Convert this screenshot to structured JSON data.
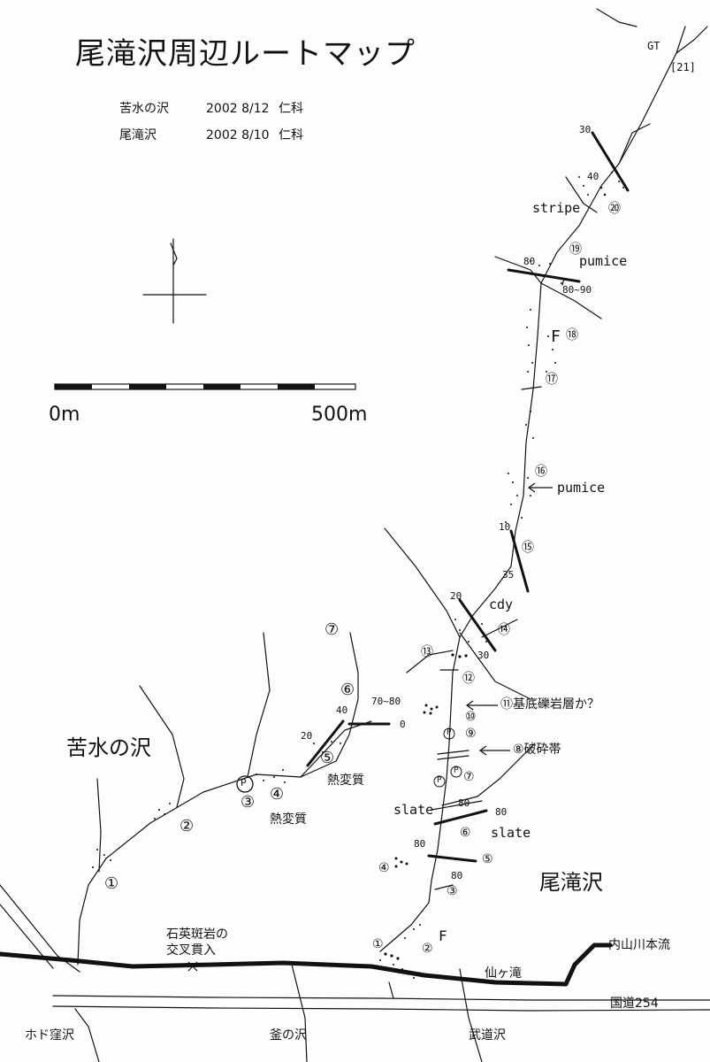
{
  "title": "尾滝沢周辺ルートマップ",
  "surveys": [
    {
      "stream": "苦水の沢",
      "date": "2002  8/12",
      "surveyor": "仁科"
    },
    {
      "stream": "尾滝沢",
      "date": "2002  8/10",
      "surveyor": "仁科"
    }
  ],
  "scale": {
    "start": "0m",
    "end": "500m"
  },
  "streams": {
    "nigamizu": "苦水の沢",
    "otaki": "尾滝沢",
    "hodokubo": "ホド窪沢",
    "kama": "釜の沢",
    "buddo": "武道沢",
    "main_river": "内山川本流",
    "road": "国道254",
    "waterfall": "仙ヶ滝"
  },
  "annotations": {
    "quartz_porphyry": [
      "石英斑岩の",
      "交叉貫入"
    ],
    "basal_conglomerate": "⑪基底礫岩層か？",
    "fracture_zone": "⑧破砕帯",
    "thermal_a": "熱変質",
    "thermal_b": "熱変質",
    "stripe": "stripe",
    "pumice_a": "pumice",
    "pumice_b": "pumice",
    "cdy": "cdy",
    "slate_a": "slate",
    "slate_b": "slate",
    "gt": "GT",
    "fault_a": "F",
    "fault_b": "F"
  },
  "stations_otaki": [
    "①",
    "②",
    "③",
    "④",
    "⑤",
    "⑥",
    "⑦",
    "⑨",
    "⑩",
    "⑫",
    "⑬",
    "⑭",
    "⑮",
    "⑯",
    "⑰",
    "⑱",
    "⑲",
    "⑳",
    "[21]"
  ],
  "stations_nigamizu": [
    "①",
    "②",
    "③",
    "④",
    "⑤",
    "⑥",
    "⑦"
  ],
  "dips": [
    "30",
    "40",
    "80",
    "80~90",
    "10",
    "35",
    "20",
    "30",
    "70~80",
    "0",
    "40",
    "20",
    "80",
    "80",
    "80",
    "80"
  ],
  "symbols": {
    "parking": "P"
  },
  "colors": {
    "ink": "#111111",
    "paper": "#fdfdfb"
  }
}
